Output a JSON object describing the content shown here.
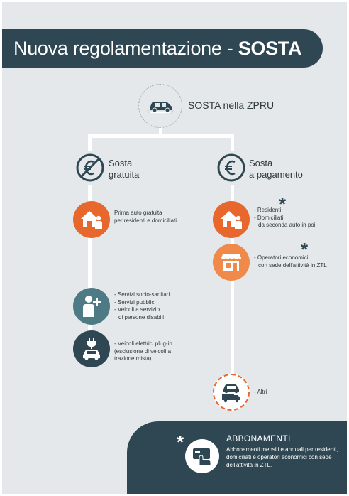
{
  "header": {
    "title_regular": "Nuova regolamentazione - ",
    "title_bold": "SOSTA"
  },
  "top": {
    "label": "SOSTA nella ZPRU",
    "icon": "car-icon"
  },
  "free": {
    "line1": "Sosta",
    "line2": "gratuita",
    "icon": "no-euro-icon",
    "items": [
      {
        "icon": "house-person-icon",
        "color": "#e8672c",
        "lines": [
          "Prima auto gratuita",
          "per residenti e domiciliati"
        ]
      },
      {
        "icon": "medical-person-icon",
        "color": "#4e7a86",
        "lines": [
          "- Servizi socio-sanitari",
          "- Servizi pubblici",
          "- Veicoli a servizio",
          "di persone disabili"
        ]
      },
      {
        "icon": "electric-car-icon",
        "color": "#2f4752",
        "lines": [
          "- Veicoli elettrici plug-in",
          "(esclusione di veicoli a",
          "trazione mista)"
        ]
      }
    ]
  },
  "paid": {
    "line1": "Sosta",
    "line2": "a pagamento",
    "icon": "euro-icon",
    "items": [
      {
        "icon": "house-person-icon",
        "color": "#e8672c",
        "lines": [
          "- Residenti",
          "- Domiciliati",
          "da seconda auto in poi"
        ],
        "asterisk": "*"
      },
      {
        "icon": "shop-icon",
        "color": "#ef8a4a",
        "lines": [
          "- Operatori economici",
          "con sede dell'attività in ZTL"
        ],
        "asterisk": "*"
      },
      {
        "icon": "car-truck-icon",
        "color": "#ffffff",
        "lines": [
          "- Altri"
        ]
      }
    ]
  },
  "subscriptions": {
    "asterisk": "*",
    "title": "ABBONAMENTI",
    "lines": [
      "Abbonamenti mensili e annuali per residenti,",
      "domiciliati e operatori economici con sede",
      "dell'attività in ZTL."
    ],
    "icon": "card-hand-icon"
  },
  "colors": {
    "dark": "#2f4752",
    "orange": "#e8672c",
    "light_orange": "#ef8a4a",
    "teal": "#4e7a86",
    "background": "#e4e8ea"
  }
}
